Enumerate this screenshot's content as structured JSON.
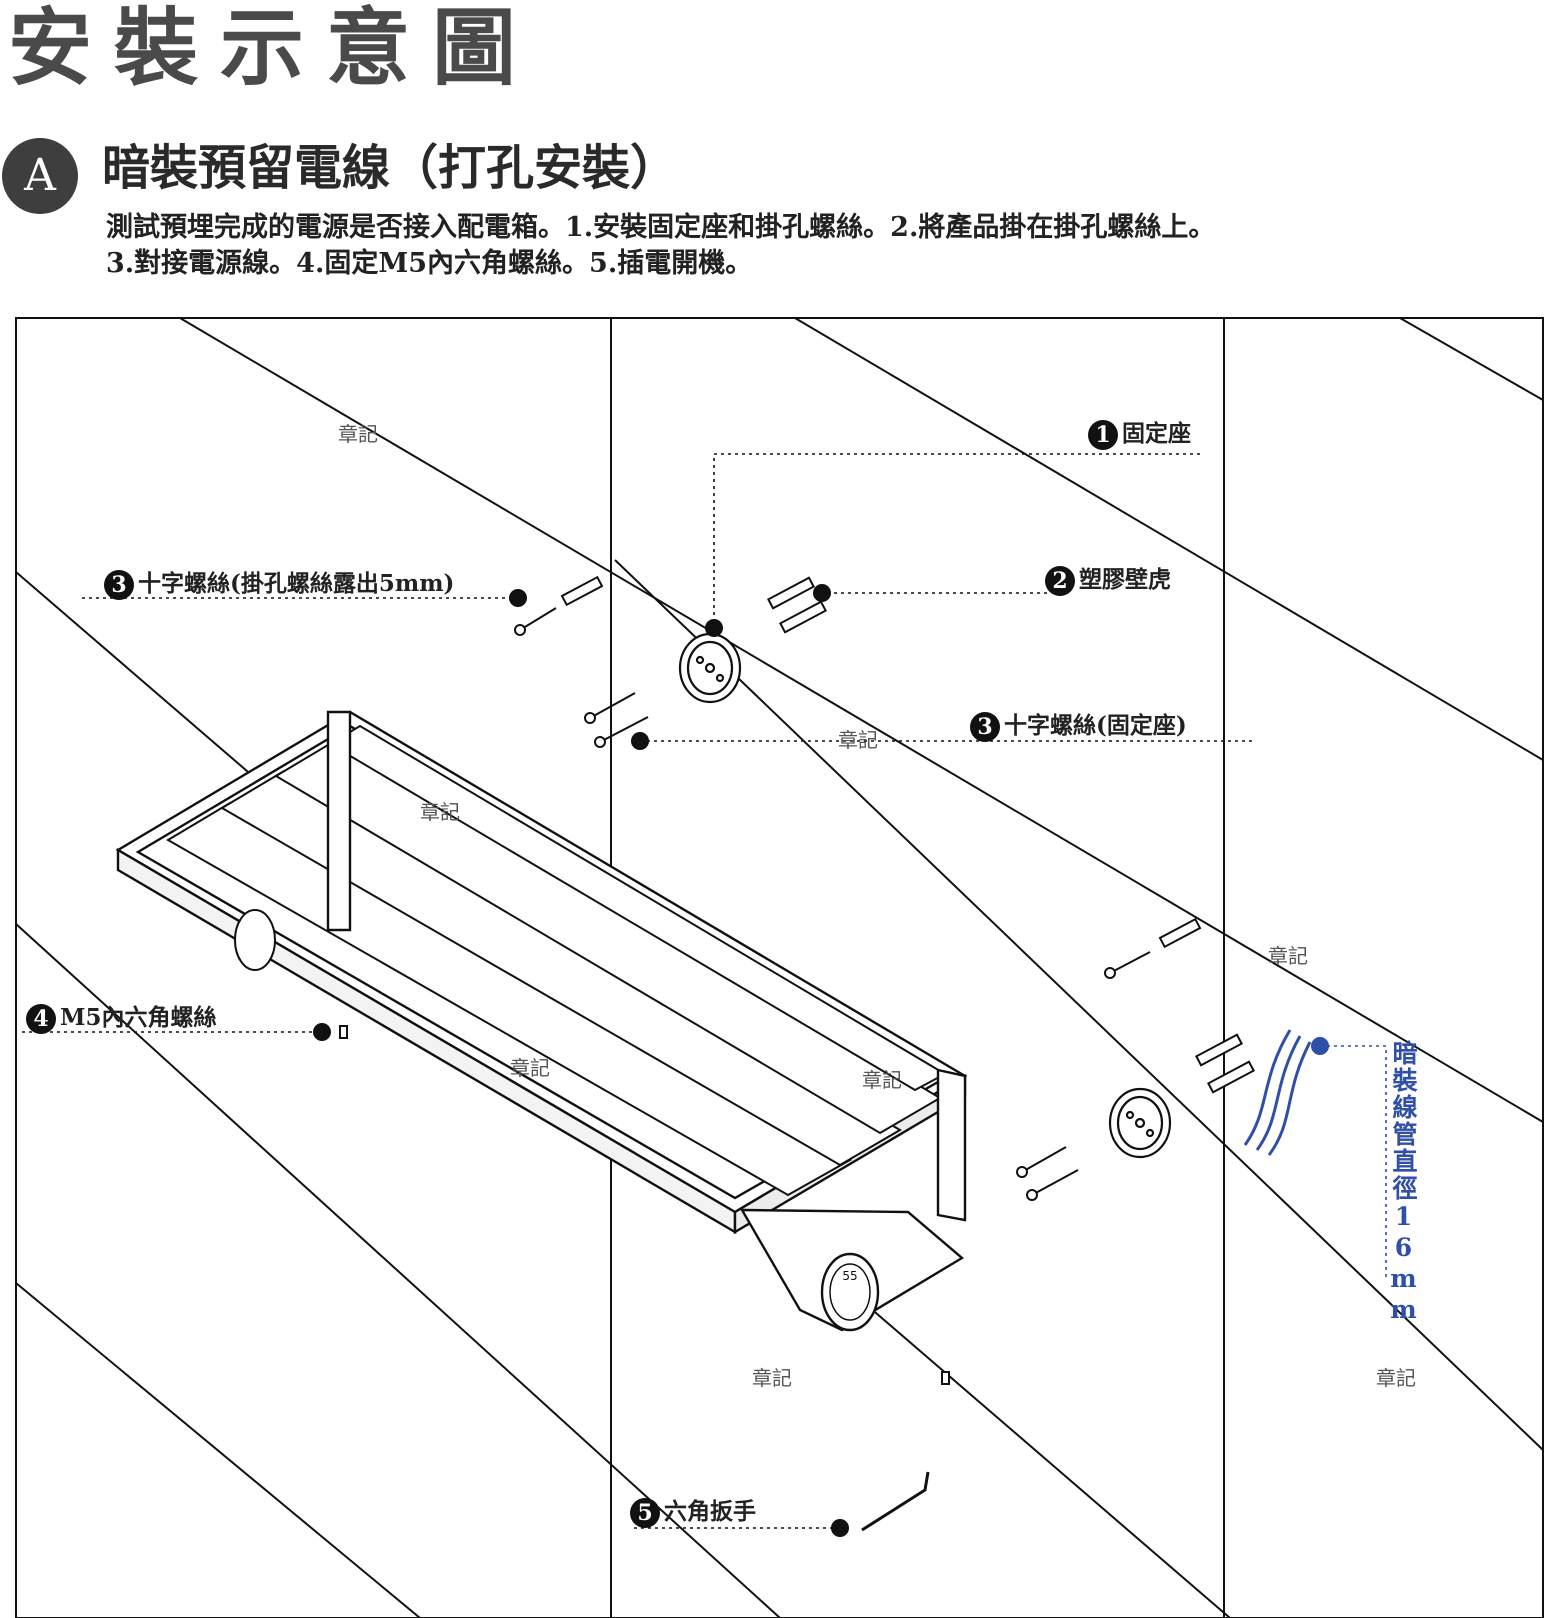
{
  "title": "安裝示意圖",
  "section": {
    "badge": "A",
    "heading": "暗裝預留電線（打孔安裝）",
    "instructions_line1": "測試預埋完成的電源是否接入配電箱。1.安裝固定座和掛孔螺絲。2.將產品掛在掛孔螺絲上。",
    "instructions_line2": "3.對接電源線。4.固定M5內六角螺絲。5.插電開機。"
  },
  "parts": [
    {
      "num": "1",
      "label": "固定座"
    },
    {
      "num": "2",
      "label": "塑膠壁虎"
    },
    {
      "num": "3",
      "label": "十字螺絲(掛孔螺絲露出5mm)"
    },
    {
      "num": "3",
      "label": "十字螺絲(固定座)"
    },
    {
      "num": "4",
      "label": "M5內六角螺絲"
    },
    {
      "num": "5",
      "label": "六角扳手"
    }
  ],
  "conduit_label": "暗裝線管直徑16mm",
  "watermark": "章記",
  "switch_label": "55",
  "colors": {
    "accent_blue": "#2f4fa8",
    "line": "#111111",
    "badge": "#3e3e3e"
  }
}
